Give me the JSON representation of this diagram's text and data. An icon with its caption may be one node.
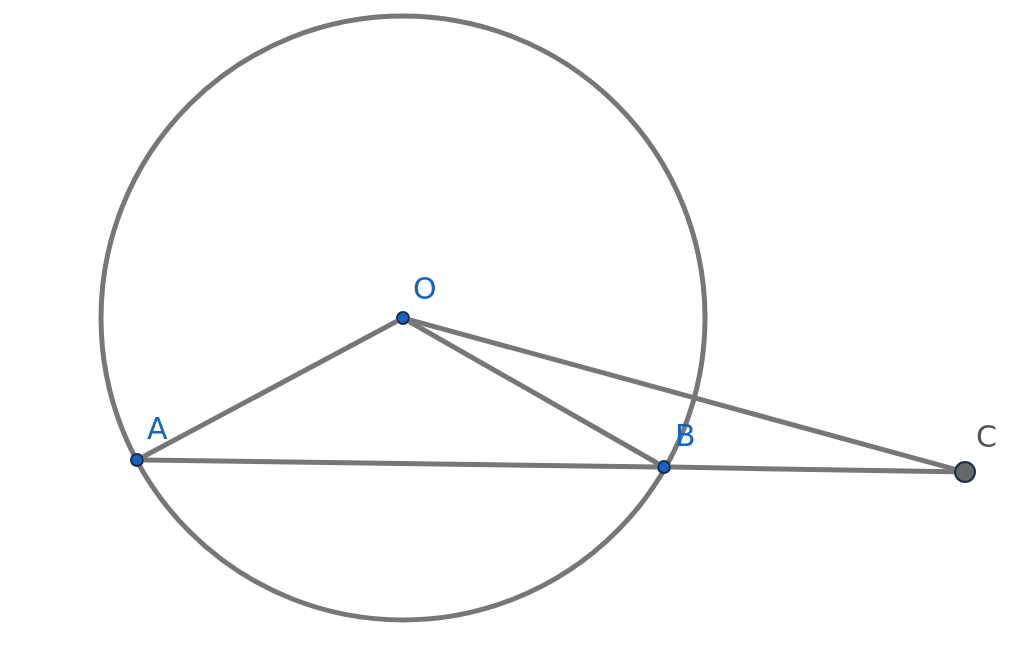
{
  "diagram": {
    "nodes": [
      {
        "text": [
          "O"
        ]
      },
      {
        "text": [
          "A"
        ]
      },
      {
        "text": [
          "B"
        ]
      },
      {
        "text": [
          "C"
        ]
      }
    ],
    "edges": [
      {
        "from": 0,
        "to": 1,
        "arrow": "none"
      },
      {
        "from": 0,
        "to": 2,
        "arrow": "none"
      },
      {
        "from": 0,
        "to": 3,
        "arrow": "none"
      },
      {
        "from": 1,
        "to": 2,
        "arrow": "none"
      },
      {
        "from": 2,
        "to": 3,
        "arrow": "none"
      }
    ]
  }
}
